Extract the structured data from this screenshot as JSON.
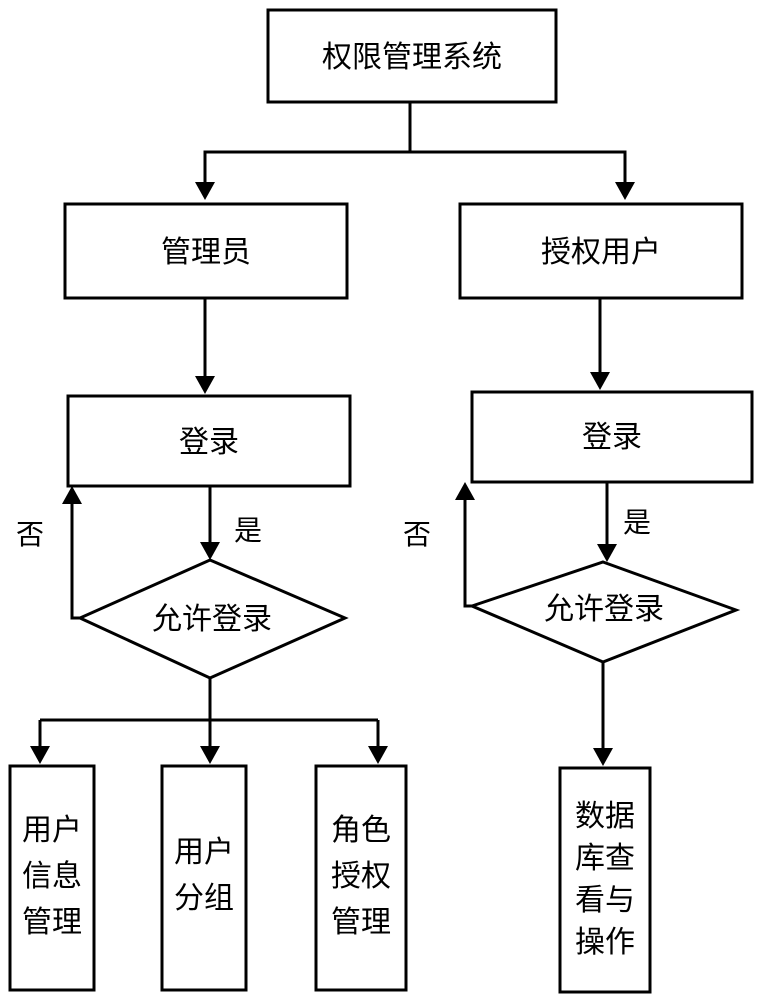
{
  "nodes": {
    "root": "权限管理系统",
    "admin": "管理员",
    "user": "授权用户",
    "admin_login": "登录",
    "user_login": "登录",
    "admin_allow": "允许登录",
    "user_allow": "允许登录",
    "user_info_mgmt": [
      "用户",
      "信息",
      "管理"
    ],
    "user_group": [
      "用户",
      "分组"
    ],
    "role_auth_mgmt": [
      "角色",
      "授权",
      "管理"
    ],
    "db_view_ops": [
      "数据",
      "库查",
      "看与",
      "操作"
    ]
  },
  "edge_labels": {
    "admin_no": "否",
    "admin_yes": "是",
    "user_no": "否",
    "user_yes": "是"
  }
}
